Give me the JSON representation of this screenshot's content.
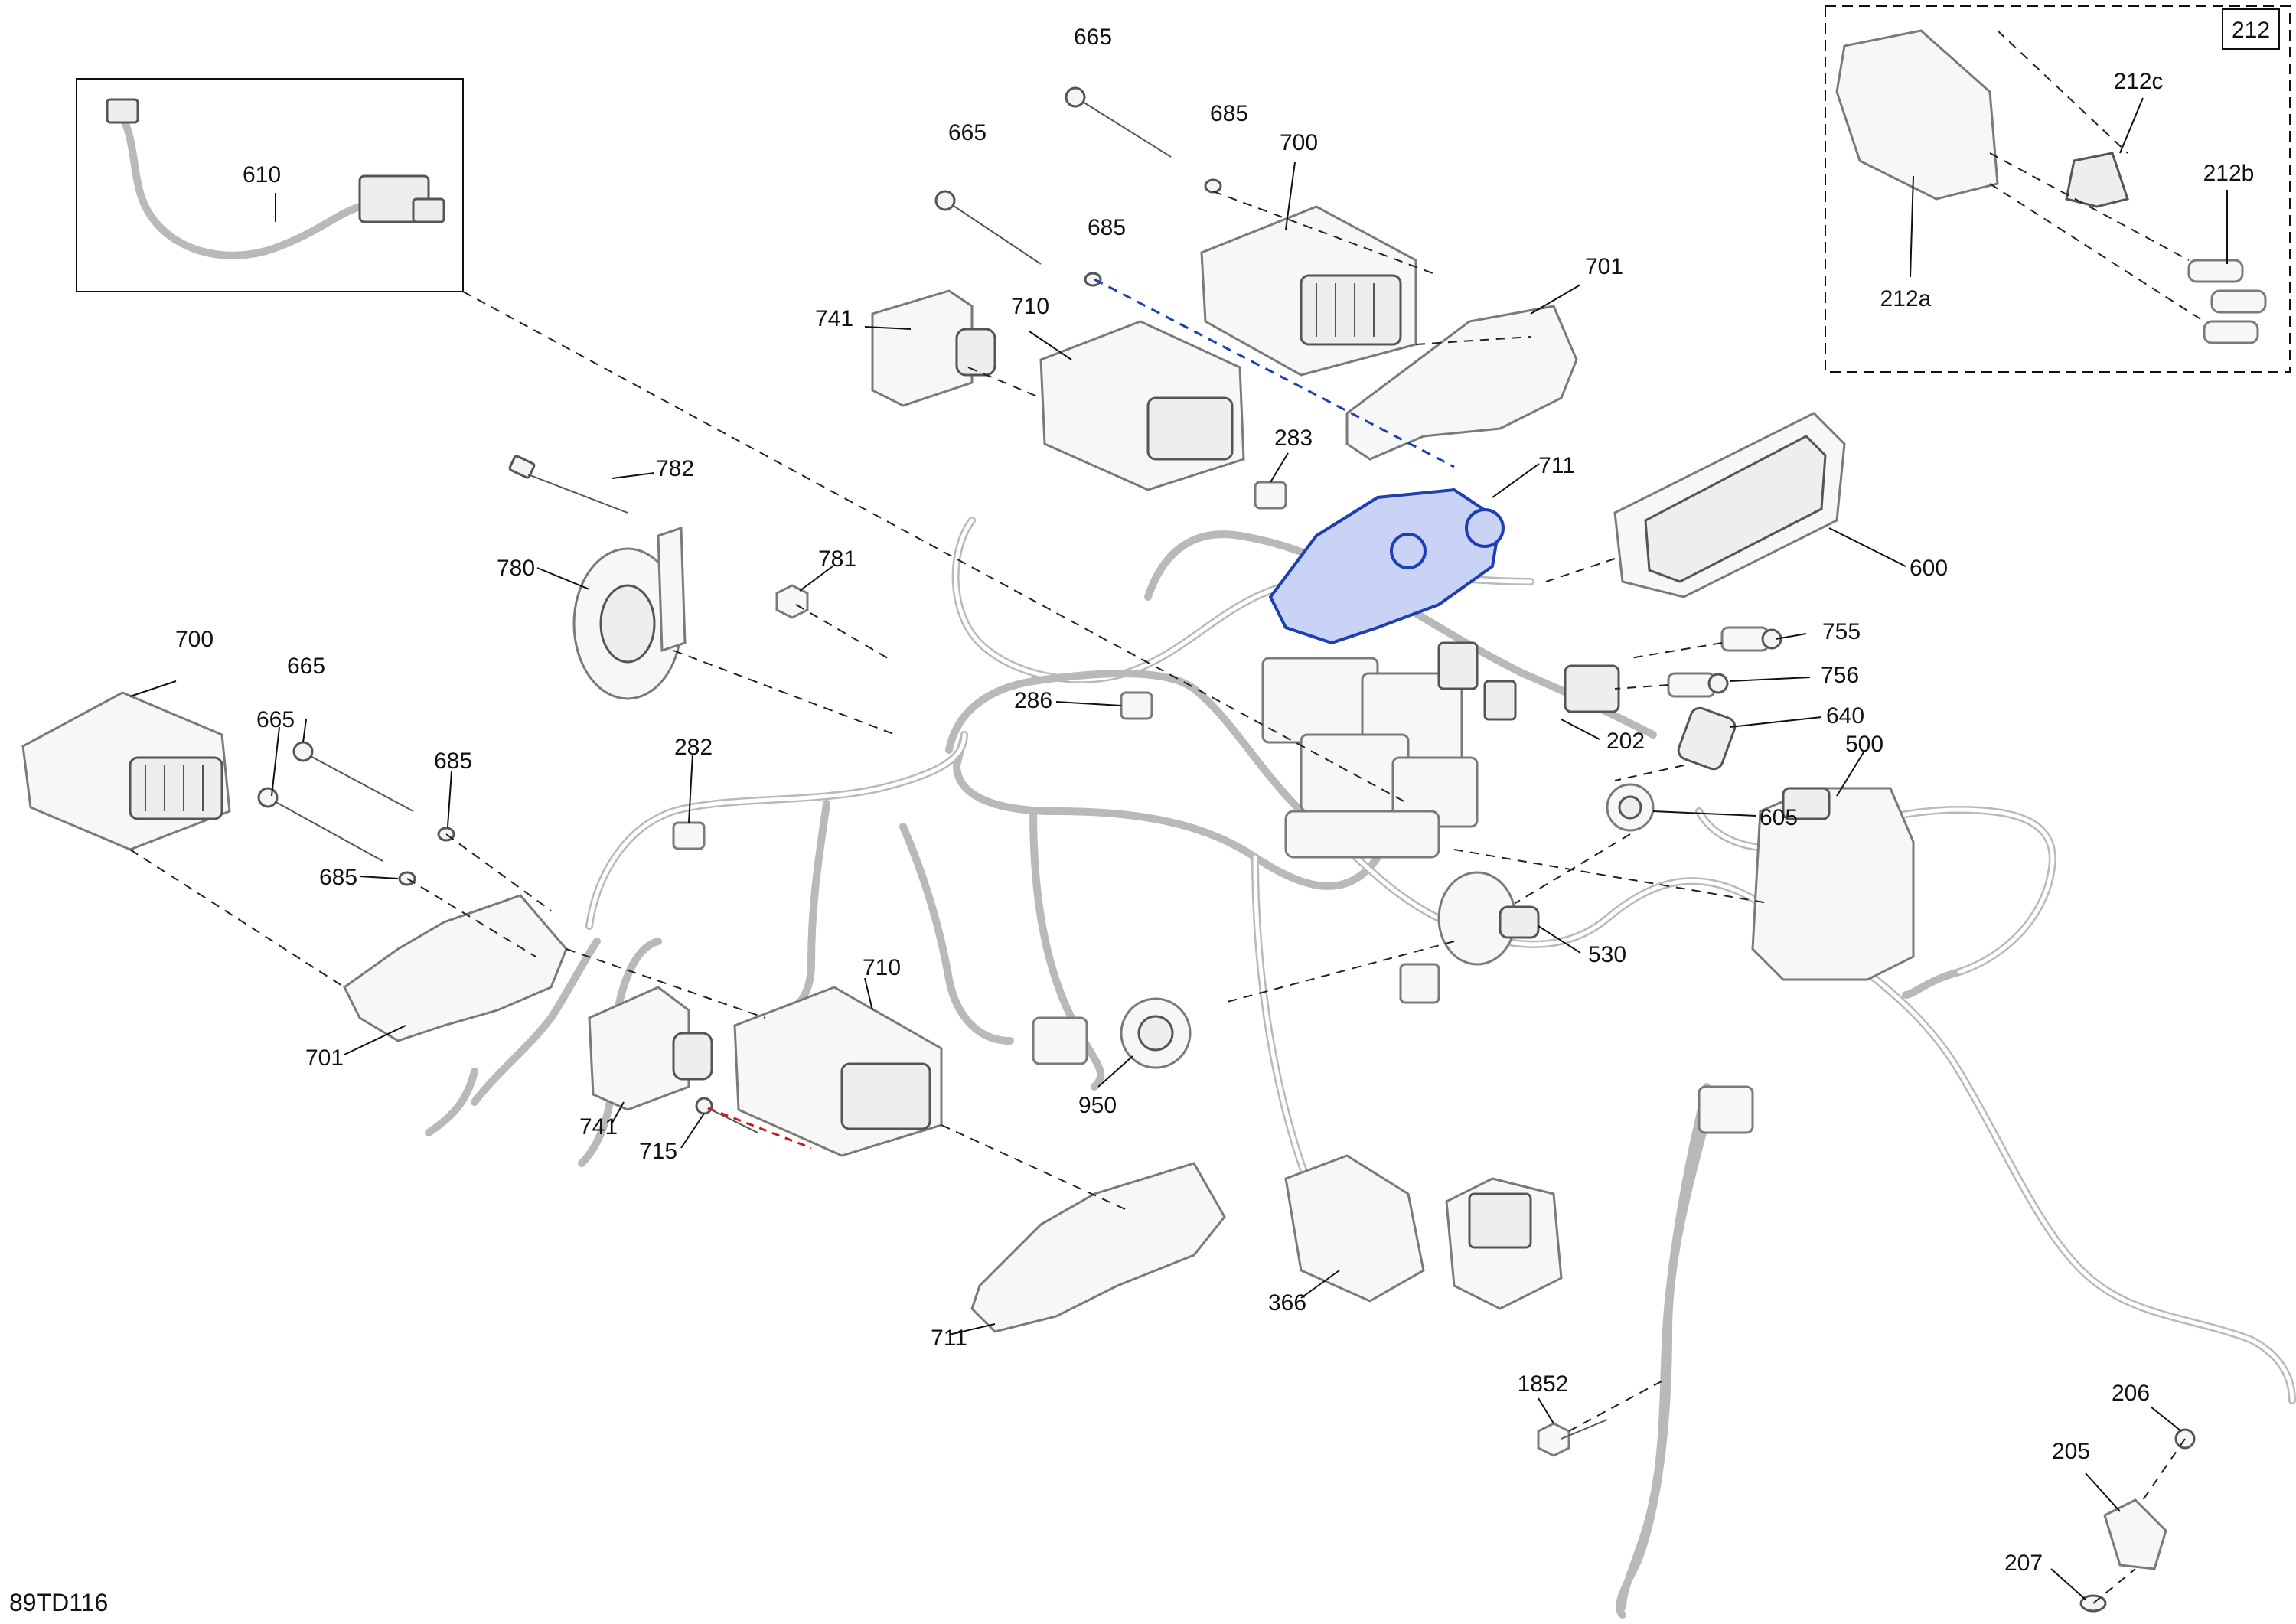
{
  "diagram": {
    "reference_code": "89TD116",
    "inset_box_label": "212",
    "callouts": [
      {
        "id": "c665a",
        "text": "665"
      },
      {
        "id": "c685a",
        "text": "685"
      },
      {
        "id": "c700a",
        "text": "700"
      },
      {
        "id": "c665b",
        "text": "665"
      },
      {
        "id": "c685b",
        "text": "685"
      },
      {
        "id": "c701a",
        "text": "701"
      },
      {
        "id": "c741a",
        "text": "741"
      },
      {
        "id": "c710a",
        "text": "710"
      },
      {
        "id": "c610",
        "text": "610"
      },
      {
        "id": "c212c",
        "text": "212c"
      },
      {
        "id": "c212b",
        "text": "212b"
      },
      {
        "id": "c212a",
        "text": "212a"
      },
      {
        "id": "c783",
        "text": "782"
      },
      {
        "id": "c283",
        "text": "283"
      },
      {
        "id": "c711a",
        "text": "711"
      },
      {
        "id": "c780",
        "text": "780"
      },
      {
        "id": "c781",
        "text": "781"
      },
      {
        "id": "c600",
        "text": "600"
      },
      {
        "id": "c755",
        "text": "755"
      },
      {
        "id": "c756",
        "text": "756"
      },
      {
        "id": "c700b",
        "text": "700"
      },
      {
        "id": "c665c",
        "text": "665"
      },
      {
        "id": "c286",
        "text": "286"
      },
      {
        "id": "c640",
        "text": "640"
      },
      {
        "id": "c202",
        "text": "202"
      },
      {
        "id": "c665d",
        "text": "665"
      },
      {
        "id": "c282",
        "text": "282"
      },
      {
        "id": "c500",
        "text": "500"
      },
      {
        "id": "c685c",
        "text": "685"
      },
      {
        "id": "c605",
        "text": "605"
      },
      {
        "id": "c685d",
        "text": "685"
      },
      {
        "id": "c530",
        "text": "530"
      },
      {
        "id": "c710b",
        "text": "710"
      },
      {
        "id": "c701b",
        "text": "701"
      },
      {
        "id": "c950",
        "text": "950"
      },
      {
        "id": "c741b",
        "text": "741"
      },
      {
        "id": "c715",
        "text": "715"
      },
      {
        "id": "c366",
        "text": "366"
      },
      {
        "id": "c711b",
        "text": "711"
      },
      {
        "id": "c1852",
        "text": "1852"
      },
      {
        "id": "c206",
        "text": "206"
      },
      {
        "id": "c205",
        "text": "205"
      },
      {
        "id": "c207",
        "text": "207"
      }
    ]
  }
}
